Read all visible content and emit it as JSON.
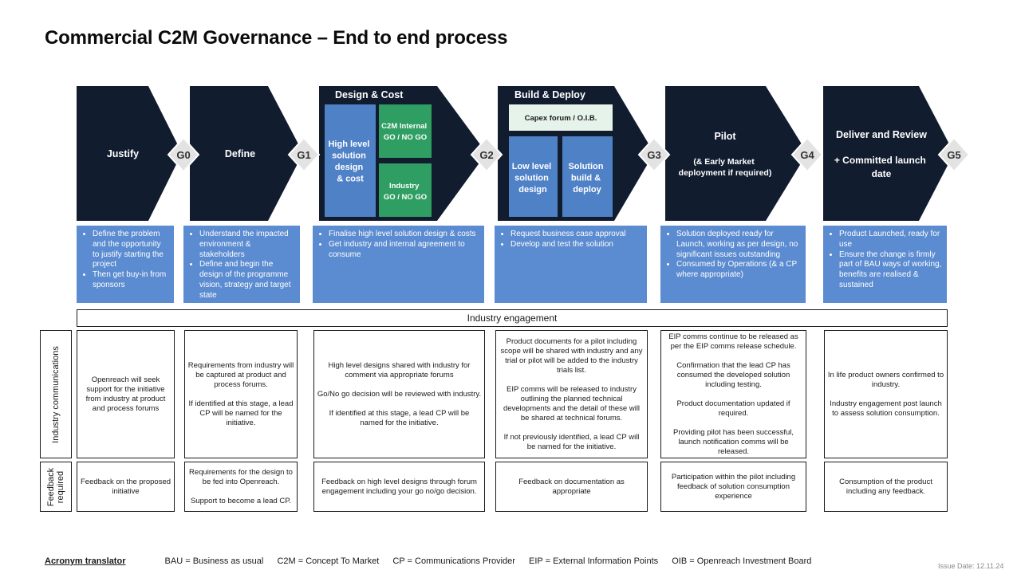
{
  "title": "Commercial C2M Governance – End to end process",
  "stages": {
    "justify": "Justify",
    "define": "Define",
    "design_cost": {
      "title": "Design & Cost",
      "hl_box": [
        "High level",
        "solution",
        "design",
        "& cost"
      ],
      "c2m_go": [
        "C2M Internal",
        "GO / NO GO"
      ],
      "industry_go": [
        "Industry",
        "GO / NO GO"
      ]
    },
    "build_deploy": {
      "title": "Build & Deploy",
      "capex": "Capex forum / O.I.B.",
      "low_level": [
        "Low level",
        "solution",
        "design"
      ],
      "solution_build": [
        "Solution",
        "build &",
        "deploy"
      ]
    },
    "pilot": {
      "title": "Pilot",
      "sub": [
        "(& Early Market",
        "deployment if required)"
      ]
    },
    "deliver": {
      "title": "Deliver and Review",
      "sub": [
        "+ Committed launch",
        "date"
      ]
    }
  },
  "gates": [
    "G0",
    "G1",
    "G2",
    "G3",
    "G4",
    "G5"
  ],
  "objectives": [
    [
      "Define the problem and the opportunity to justify starting the project",
      "Then get buy-in from sponsors"
    ],
    [
      "Understand the impacted environment & stakeholders",
      "Define and begin the design of the programme vision, strategy and  target state"
    ],
    [
      "Finalise high level solution design &  costs",
      "Get industry and internal agreement to consume"
    ],
    [
      "Request business case approval",
      "Develop and test the solution"
    ],
    [
      "Solution deployed ready for Launch, working as per design, no significant issues outstanding",
      "Consumed by Operations (& a CP where appropriate)"
    ],
    [
      "Product Launched, ready for use",
      "Ensure the change is firmly part of BAU ways of working, benefits are realised & sustained"
    ]
  ],
  "industry_engagement": "Industry engagement",
  "row_labels": {
    "comms": "Industry communications",
    "feedback": [
      "Feedback",
      "required"
    ]
  },
  "comms": [
    [
      "Openreach will seek support for the initiative from industry at product and process forums"
    ],
    [
      "Requirements from industry will be captured at product and process forums.",
      "If identified at this stage, a lead CP will be named for the initiative."
    ],
    [
      "High level designs shared with industry for comment via appropriate forums",
      "Go/No go decision will be reviewed with industry.",
      "If identified at this stage, a lead CP will be named for the initiative."
    ],
    [
      "Product documents for a pilot including scope will be shared with industry and any trial or pilot will be added to the industry trials list.",
      "EIP comms will be released to industry outlining the planned technical developments and the detail of these will be shared at technical forums.",
      "If not previously identified, a lead CP will be named for the initiative."
    ],
    [
      "EIP comms continue to be released as per the EIP comms release schedule.",
      "Confirmation that the lead CP has consumed the developed solution including testing.",
      "Product documentation updated if required.",
      "Providing pilot has been successful, launch notification comms will be released."
    ],
    [
      "In life product owners confirmed to industry.",
      "Industry engagement post launch to assess solution consumption."
    ]
  ],
  "feedback": [
    [
      "Feedback on the proposed initiative"
    ],
    [
      "Requirements for the design to be fed into Openreach.",
      "Support to become a lead CP."
    ],
    [
      "Feedback on high level designs through forum engagement including your go no/go decision."
    ],
    [
      "Feedback on documentation as appropriate"
    ],
    [
      "Participation within the pilot including feedback of solution consumption experience"
    ],
    [
      "Consumption of the product including any feedback."
    ]
  ],
  "acronyms": {
    "label": "Acronym translator",
    "items": [
      "BAU  = Business as usual",
      "C2M = Concept To Market",
      "CP = Communications Provider",
      "EIP = External Information Points",
      "OIB = Openreach Investment Board"
    ]
  },
  "issue_date": "Issue Date: 12.11.24",
  "colors": {
    "navy": "#121c2f",
    "blue": "#4f81c7",
    "green": "#2f9e63",
    "gate": "#e3e3e3"
  }
}
